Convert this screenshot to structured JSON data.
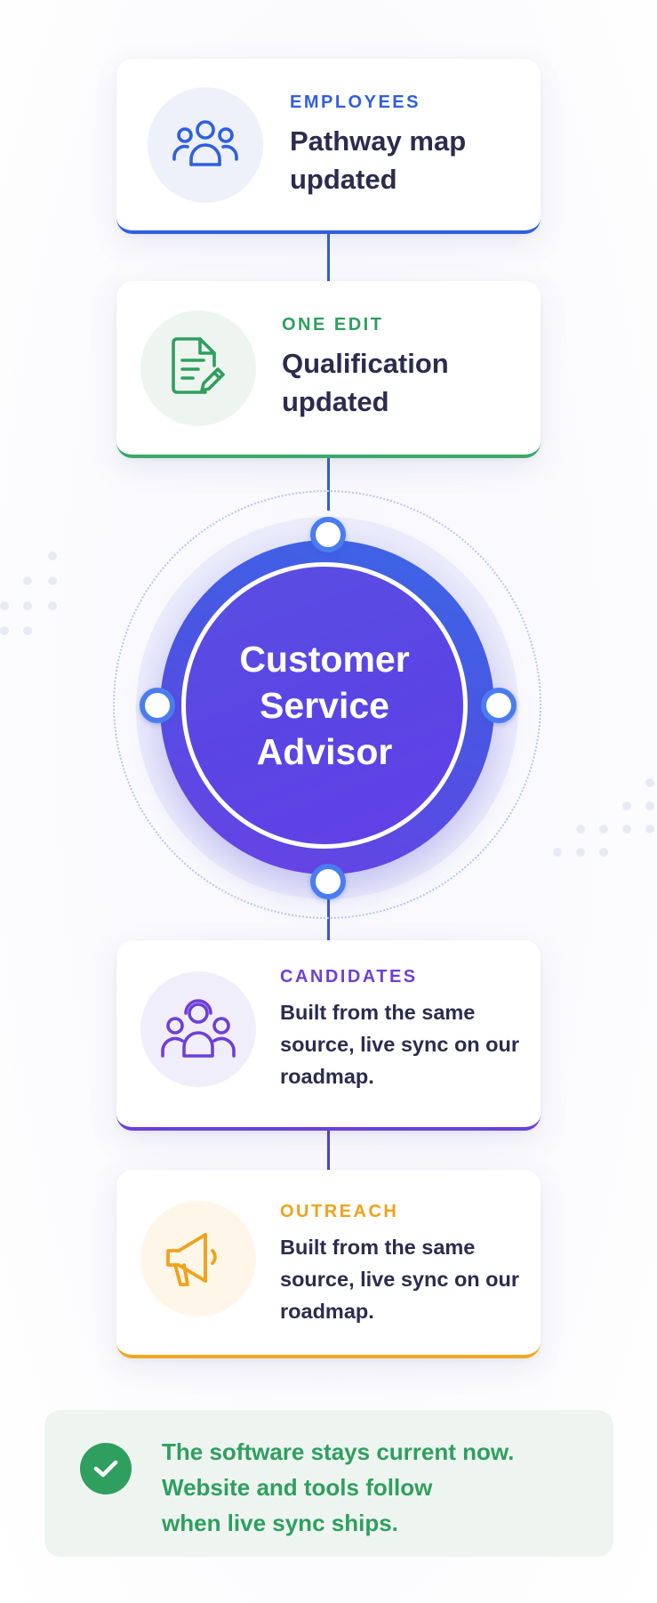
{
  "cards": {
    "employees": {
      "label": "EMPLOYEES",
      "title": "Pathway map updated",
      "accent": "#2f5fe0",
      "icon": "people-group-icon"
    },
    "one_edit": {
      "label": "ONE EDIT",
      "title": "Qualification updated",
      "accent": "#2e9f5e",
      "icon": "document-edit-icon"
    },
    "candidates": {
      "label": "CANDIDATES",
      "body": "Built from the same source, live sync on our roadmap.",
      "accent": "#6e3fd8",
      "icon": "candidates-group-icon"
    },
    "outreach": {
      "label": "OUTREACH",
      "body": "Built from the same source, live sync on our roadmap.",
      "accent": "#f0a21a",
      "icon": "megaphone-icon"
    }
  },
  "hub": {
    "line1": "Customer",
    "line2": "Service",
    "line3": "Advisor",
    "color": "#5a45e4"
  },
  "note": {
    "line1": "The software stays current now.",
    "line2": "Website and tools follow",
    "line3": "when live sync ships.",
    "icon": "checkmark-icon",
    "color": "#2e9f5e"
  }
}
